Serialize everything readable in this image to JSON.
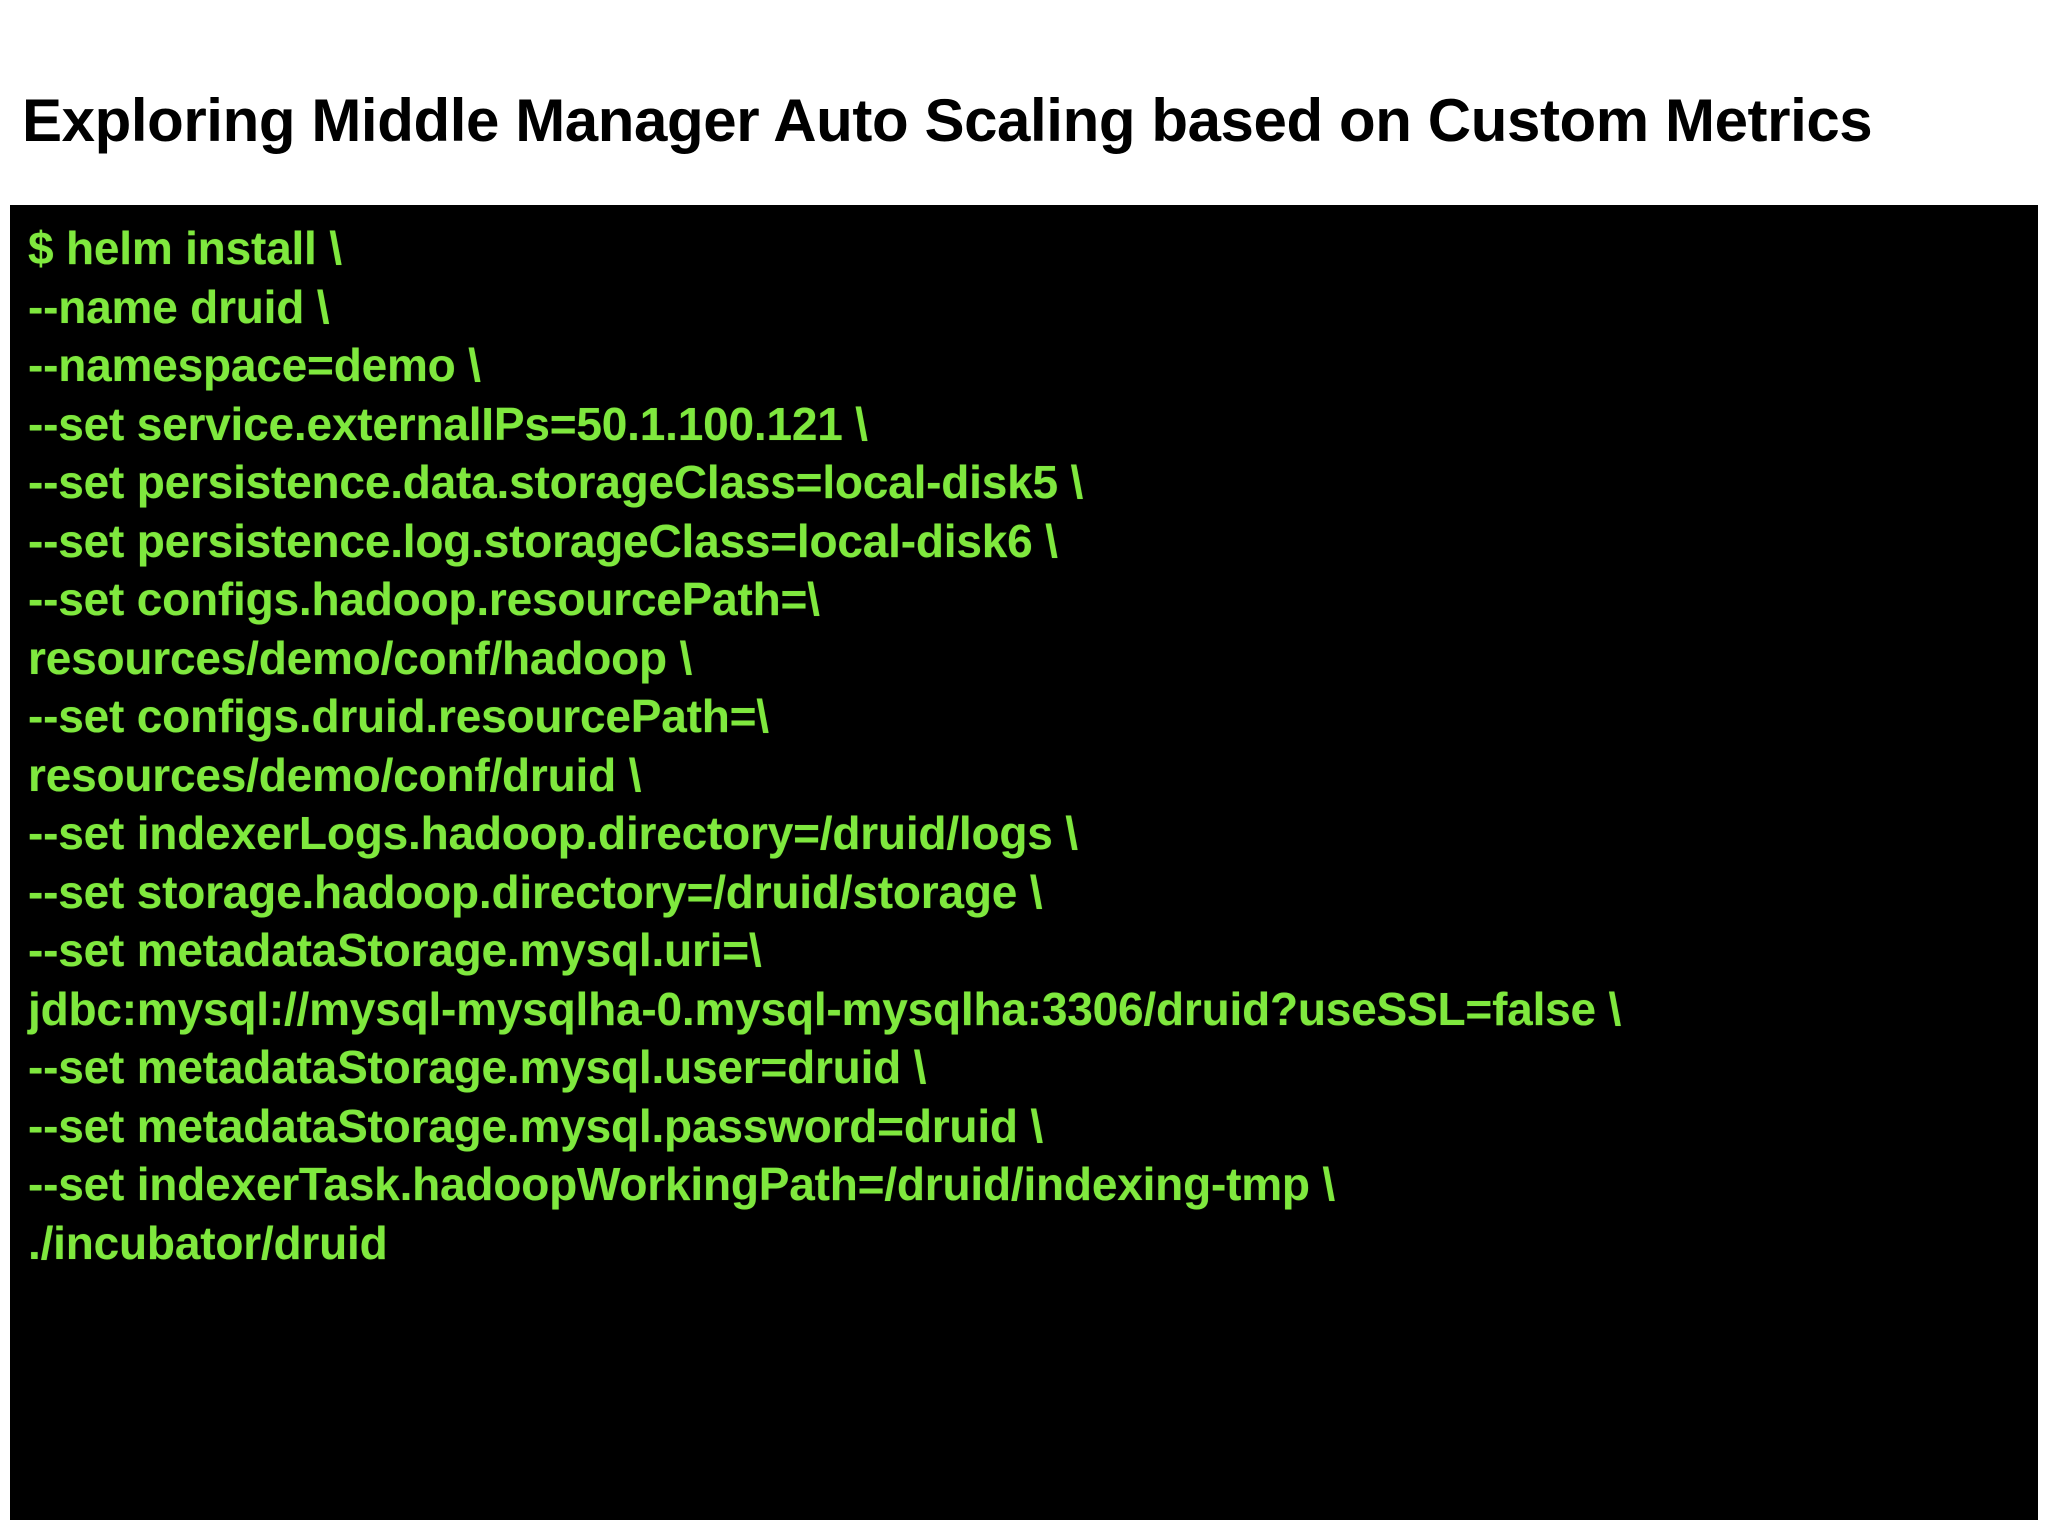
{
  "slide": {
    "title": "Exploring Middle Manager Auto Scaling based on Custom Metrics",
    "background_color": "#ffffff",
    "title_color": "#000000"
  },
  "terminal": {
    "background_color": "#000000",
    "text_color": "#7fe83e",
    "prompt_symbol": "$",
    "command_name": "helm install",
    "lines": [
      "$ helm install \\",
      "--name druid \\",
      "--namespace=demo \\",
      "--set service.externalIPs=50.1.100.121 \\",
      "--set persistence.data.storageClass=local-disk5 \\",
      "--set persistence.log.storageClass=local-disk6 \\",
      "--set configs.hadoop.resourcePath=\\",
      "resources/demo/conf/hadoop \\",
      "--set configs.druid.resourcePath=\\",
      "resources/demo/conf/druid \\",
      "--set indexerLogs.hadoop.directory=/druid/logs \\",
      "--set storage.hadoop.directory=/druid/storage \\",
      "--set metadataStorage.mysql.uri=\\",
      "jdbc:mysql://mysql-mysqlha-0.mysql-mysqlha:3306/druid?useSSL=false \\",
      "--set metadataStorage.mysql.user=druid \\",
      "--set metadataStorage.mysql.password=druid \\",
      "--set indexerTask.hadoopWorkingPath=/druid/indexing-tmp \\",
      "./incubator/druid"
    ]
  }
}
